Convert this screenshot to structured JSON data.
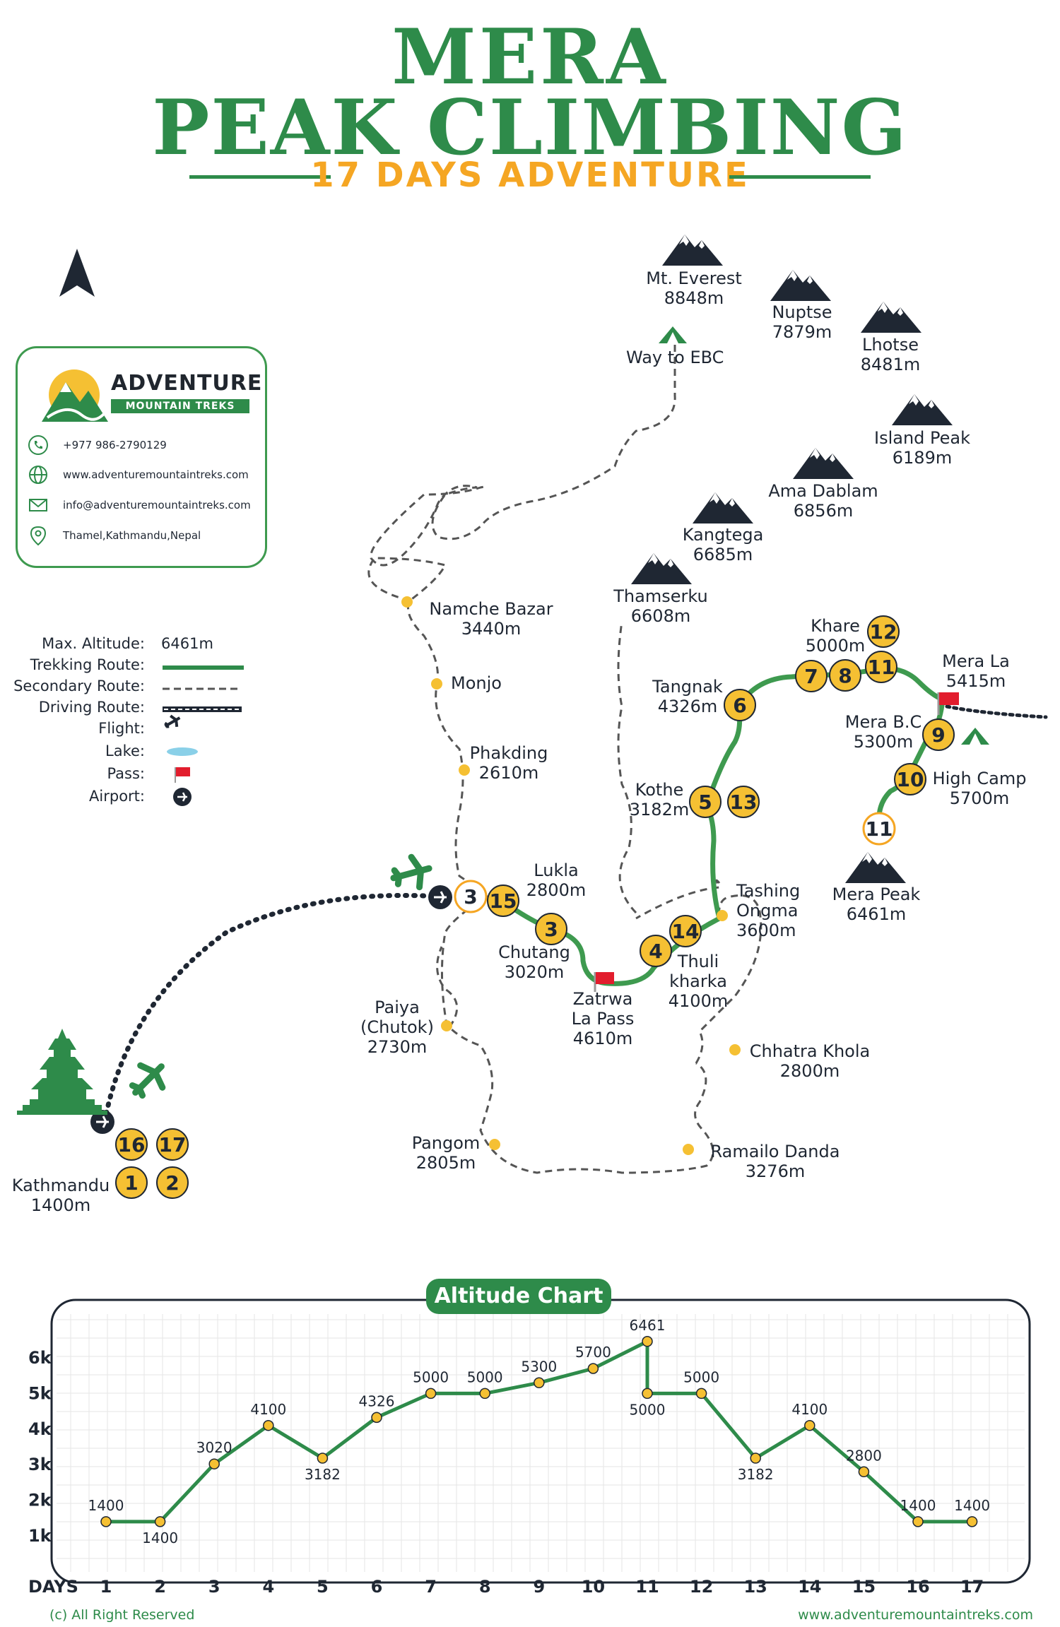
{
  "header": {
    "title_line1": "MERA",
    "title_line2": "PEAK CLIMBING",
    "subtitle": "17 DAYS ADVENTURE"
  },
  "company": {
    "name": "ADVENTURE",
    "sub": "MOUNTAIN TREKS",
    "phone": "+977 986-2790129",
    "website": "www.adventuremountaintreks.com",
    "email": "info@adventuremountaintreks.com",
    "address": "Thamel,Kathmandu,Nepal"
  },
  "legend": {
    "max_altitude_label": "Max. Altitude:",
    "max_altitude_value": "6461m",
    "trekking_route": "Trekking Route:",
    "secondary_route": "Secondary Route:",
    "driving_route": "Driving Route:",
    "flight": "Flight:",
    "lake": "Lake:",
    "pass": "Pass:",
    "airport": "Airport:"
  },
  "mountains": [
    {
      "name": "Mt. Everest",
      "alt": "8848m"
    },
    {
      "name": "Nuptse",
      "alt": "7879m"
    },
    {
      "name": "Lhotse",
      "alt": "8481m"
    },
    {
      "name": "Island Peak",
      "alt": "6189m"
    },
    {
      "name": "Ama Dablam",
      "alt": "6856m"
    },
    {
      "name": "Kangtega",
      "alt": "6685m"
    },
    {
      "name": "Thamserku",
      "alt": "6608m"
    }
  ],
  "places": {
    "way_to_ebc": "Way to EBC",
    "namche": {
      "name": "Namche Bazar",
      "alt": "3440m"
    },
    "monjo": {
      "name": "Monjo"
    },
    "phakding": {
      "name": "Phakding",
      "alt": "2610m"
    },
    "lukla": {
      "name": "Lukla",
      "alt": "2800m"
    },
    "chutang": {
      "name": "Chutang",
      "alt": "3020m"
    },
    "zatrwa": {
      "line1": "Zatrwa",
      "line2": "La Pass",
      "alt": "4610m"
    },
    "thuli": {
      "line1": "Thuli",
      "line2": "kharka",
      "alt": "4100m"
    },
    "tashing": {
      "line1": "Tashing",
      "line2": "Ongma",
      "alt": "3600m"
    },
    "kothe": {
      "name": "Kothe",
      "alt": "3182m"
    },
    "tangnak": {
      "name": "Tangnak",
      "alt": "4326m"
    },
    "khare": {
      "name": "Khare",
      "alt": "5000m"
    },
    "mera_la": {
      "name": "Mera La",
      "alt": "5415m"
    },
    "mera_bc": {
      "name": "Mera B.C",
      "alt": "5300m"
    },
    "high_camp": {
      "name": "High Camp",
      "alt": "5700m"
    },
    "mera_peak": {
      "name": "Mera Peak",
      "alt": "6461m"
    },
    "paiya": {
      "line1": "Paiya",
      "line2": "(Chutok)",
      "alt": "2730m"
    },
    "pangom": {
      "name": "Pangom",
      "alt": "2805m"
    },
    "chhatra": {
      "name": "Chhatra Khola",
      "alt": "2800m"
    },
    "ramailo": {
      "name": "Ramailo Danda",
      "alt": "3276m"
    },
    "kathmandu": {
      "name": "Kathmandu",
      "alt": "1400m"
    }
  },
  "day_badges": {
    "lukla_a": "3",
    "lukla_b": "15",
    "chutang": "3",
    "thuli_a": "4",
    "thuli_b": "14",
    "kothe_a": "5",
    "kothe_b": "13",
    "tangnak": "6",
    "khare_a": "7",
    "khare_b": "8",
    "khare_c": "11",
    "khare_d": "12",
    "mera_bc": "9",
    "high_camp": "10",
    "peak": "11",
    "ktm_a": "16",
    "ktm_b": "17",
    "ktm_c": "1",
    "ktm_d": "2"
  },
  "chart_title": "Altitude Chart",
  "chart_data": {
    "type": "line",
    "title": "Altitude Chart",
    "xlabel": "DAYS",
    "ylabel": "",
    "x": [
      1,
      2,
      3,
      4,
      5,
      6,
      7,
      8,
      9,
      10,
      11,
      11,
      12,
      13,
      14,
      15,
      16,
      17
    ],
    "y": [
      1400,
      1400,
      3020,
      4100,
      3182,
      4326,
      5000,
      5000,
      5300,
      5700,
      6461,
      5000,
      5000,
      3182,
      4100,
      2800,
      1400,
      1400
    ],
    "point_labels": [
      "1400",
      "1400",
      "3020",
      "4100",
      "3182",
      "4326",
      "5000",
      "5000",
      "5300",
      "5700",
      "6461",
      "5000",
      "5000",
      "3182",
      "4100",
      "2800",
      "1400",
      "1400"
    ],
    "x_ticks": [
      "1",
      "2",
      "3",
      "4",
      "5",
      "6",
      "7",
      "8",
      "9",
      "10",
      "11",
      "12",
      "13",
      "14",
      "15",
      "16",
      "17"
    ],
    "y_ticks": [
      "1k",
      "2k",
      "3k",
      "4k",
      "5k",
      "6k"
    ],
    "y_tick_values": [
      1000,
      2000,
      3000,
      4000,
      5000,
      6000
    ],
    "ylim": [
      500,
      7000
    ],
    "grid": true,
    "line_color": "#2e8b4a",
    "marker_color": "#f5c033"
  },
  "footer": {
    "left": "(c) All Right Reserved",
    "right": "www.adventuremountaintreks.com"
  },
  "colors": {
    "green": "#2e8b4a",
    "orange": "#f5a623",
    "yellow_badge": "#f5c033",
    "navy": "#1f2733"
  }
}
